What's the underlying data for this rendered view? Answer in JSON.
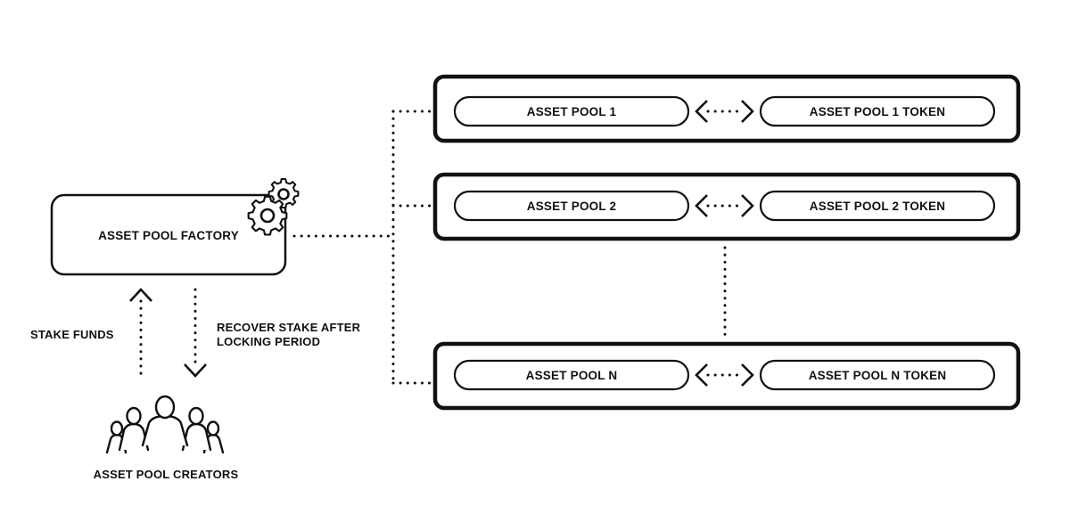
{
  "factory": {
    "label": "ASSET POOL FACTORY"
  },
  "creators": {
    "label": "ASSET POOL CREATORS"
  },
  "flows": {
    "stake": "STAKE FUNDS",
    "recover_line1": "RECOVER STAKE AFTER",
    "recover_line2": "LOCKING PERIOD"
  },
  "pools": [
    {
      "pool": "ASSET POOL 1",
      "token": "ASSET POOL 1 TOKEN"
    },
    {
      "pool": "ASSET POOL 2",
      "token": "ASSET POOL 2 TOKEN"
    },
    {
      "pool": "ASSET POOL N",
      "token": "ASSET POOL N TOKEN"
    }
  ],
  "icons": {
    "factory": "gears-icon",
    "creators": "people-group-icon",
    "exchange": "double-arrow-icon"
  },
  "colors": {
    "ink": "#111111",
    "background": "#ffffff"
  }
}
